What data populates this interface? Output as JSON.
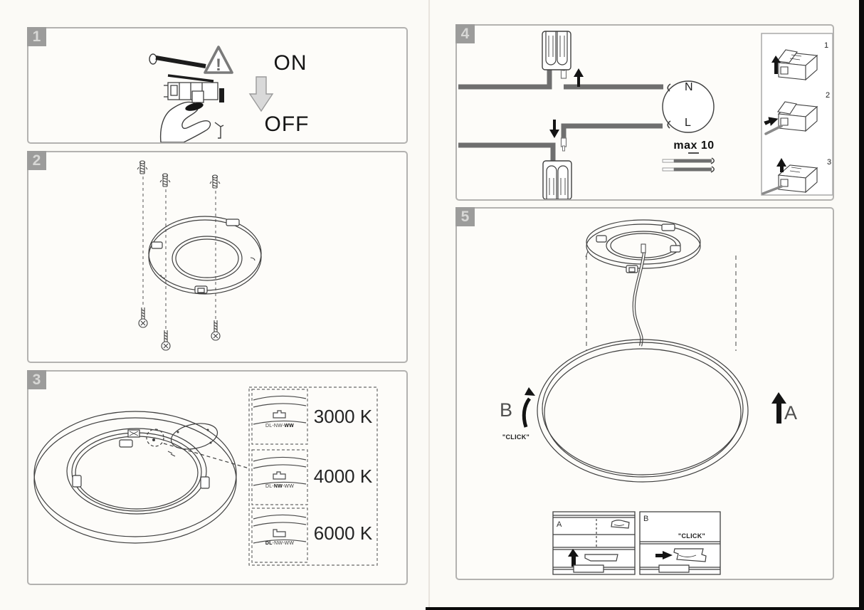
{
  "panels": {
    "p1": {
      "number": "1",
      "warning_mark": "!",
      "on_label": "ON",
      "off_label": "OFF"
    },
    "p2": {
      "number": "2"
    },
    "p3": {
      "number": "3",
      "separator": "-",
      "options": [
        {
          "kelvin": "3000 K",
          "switch_label_parts": [
            "DL",
            "NW",
            "WW"
          ],
          "active_part": 2
        },
        {
          "kelvin": "4000 K",
          "switch_label_parts": [
            "DL",
            "NW",
            "WW"
          ],
          "active_part": 1
        },
        {
          "kelvin": "6000 K",
          "switch_label_parts": [
            "DL",
            "NW",
            "WW"
          ],
          "active_part": 0
        }
      ]
    },
    "p4": {
      "number": "4",
      "neutral_label": "N",
      "live_label": "L",
      "max_label": "max 10",
      "connector_steps": [
        "1",
        "2",
        "3"
      ]
    },
    "p5": {
      "number": "5",
      "direction_b": "B",
      "direction_a": "A",
      "click_label": "\"CLICK\"",
      "detail_boxes": [
        {
          "label": "A"
        },
        {
          "label": "B",
          "click_label": "\"CLICK\""
        }
      ]
    }
  },
  "colors": {
    "panel_border": "#b3b2b0",
    "badge_bg": "#9c9c9b",
    "wire_gray": "#6f6f6f",
    "arrow_black": "#141414",
    "big_arrow_fill": "#d9d9d9"
  }
}
